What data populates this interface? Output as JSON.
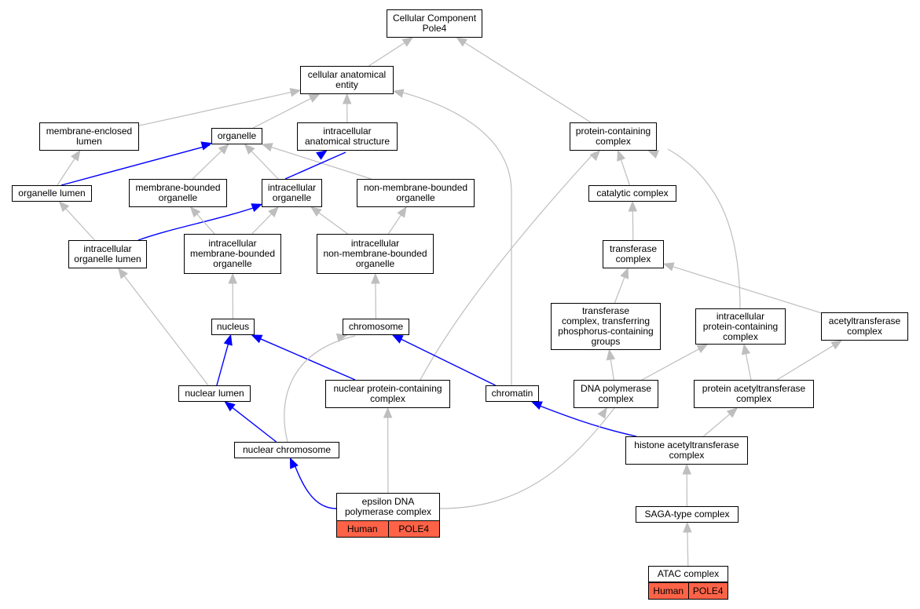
{
  "nodes": {
    "root": "Cellular Component\nPole4",
    "cae": "cellular anatomical\nentity",
    "mel": "membrane-enclosed\nlumen",
    "org": "organelle",
    "ias": "intracellular\nanatomical structure",
    "pcc": "protein-containing\ncomplex",
    "orgl": "organelle lumen",
    "mbo": "membrane-bounded\norganelle",
    "io": "intracellular\norganelle",
    "nmbo": "non-membrane-bounded\norganelle",
    "cat": "catalytic complex",
    "iol": "intracellular\norganelle lumen",
    "imbo": "intracellular\nmembrane-bounded\norganelle",
    "inmbo": "intracellular\nnon-membrane-bounded\norganelle",
    "trc": "transferase\ncomplex",
    "nuc": "nucleus",
    "chr": "chromosome",
    "tcp": "transferase\ncomplex, transferring\nphosphorus-containing\ngroups",
    "ipcc": "intracellular\nprotein-containing\ncomplex",
    "atc": "acetyltransferase\ncomplex",
    "nl": "nuclear lumen",
    "npcc": "nuclear protein-containing\ncomplex",
    "chrm": "chromatin",
    "dpc": "DNA polymerase\ncomplex",
    "pac": "protein acetyltransferase\ncomplex",
    "nchr": "nuclear chromosome",
    "hac": "histone acetyltransferase\ncomplex",
    "eps": "epsilon DNA\npolymerase complex",
    "saga": "SAGA-type complex",
    "atac": "ATAC complex"
  },
  "annotations": {
    "eps": {
      "species": "Human",
      "gene": "POLE4"
    },
    "atac": {
      "species": "Human",
      "gene": "POLE4"
    }
  },
  "edges": [
    {
      "from": "cae",
      "to": "root",
      "type": "is_a"
    },
    {
      "from": "pcc",
      "to": "root",
      "type": "is_a"
    },
    {
      "from": "mel",
      "to": "cae",
      "type": "is_a"
    },
    {
      "from": "org",
      "to": "cae",
      "type": "is_a"
    },
    {
      "from": "ias",
      "to": "cae",
      "type": "is_a"
    },
    {
      "from": "chrm",
      "to": "cae",
      "type": "is_a"
    },
    {
      "from": "orgl",
      "to": "mel",
      "type": "is_a"
    },
    {
      "from": "orgl",
      "to": "org",
      "type": "part_of"
    },
    {
      "from": "mbo",
      "to": "org",
      "type": "is_a"
    },
    {
      "from": "io",
      "to": "org",
      "type": "is_a"
    },
    {
      "from": "nmbo",
      "to": "org",
      "type": "is_a"
    },
    {
      "from": "io",
      "to": "ias",
      "type": "part_of"
    },
    {
      "from": "iol",
      "to": "orgl",
      "type": "is_a"
    },
    {
      "from": "iol",
      "to": "io",
      "type": "part_of"
    },
    {
      "from": "imbo",
      "to": "mbo",
      "type": "is_a"
    },
    {
      "from": "imbo",
      "to": "io",
      "type": "is_a"
    },
    {
      "from": "inmbo",
      "to": "io",
      "type": "is_a"
    },
    {
      "from": "inmbo",
      "to": "nmbo",
      "type": "is_a"
    },
    {
      "from": "nuc",
      "to": "imbo",
      "type": "is_a"
    },
    {
      "from": "chr",
      "to": "inmbo",
      "type": "is_a"
    },
    {
      "from": "nl",
      "to": "iol",
      "type": "is_a"
    },
    {
      "from": "nl",
      "to": "nuc",
      "type": "part_of"
    },
    {
      "from": "npcc",
      "to": "nuc",
      "type": "part_of"
    },
    {
      "from": "npcc",
      "to": "pcc",
      "type": "is_a"
    },
    {
      "from": "chrm",
      "to": "chr",
      "type": "part_of"
    },
    {
      "from": "nchr",
      "to": "nl",
      "type": "part_of"
    },
    {
      "from": "nchr",
      "to": "chr",
      "type": "is_a"
    },
    {
      "from": "cat",
      "to": "pcc",
      "type": "is_a"
    },
    {
      "from": "ipcc",
      "to": "pcc",
      "type": "is_a"
    },
    {
      "from": "trc",
      "to": "cat",
      "type": "is_a"
    },
    {
      "from": "tcp",
      "to": "trc",
      "type": "is_a"
    },
    {
      "from": "atc",
      "to": "trc",
      "type": "is_a"
    },
    {
      "from": "dpc",
      "to": "tcp",
      "type": "is_a"
    },
    {
      "from": "dpc",
      "to": "ipcc",
      "type": "is_a"
    },
    {
      "from": "pac",
      "to": "ipcc",
      "type": "is_a"
    },
    {
      "from": "pac",
      "to": "atc",
      "type": "is_a"
    },
    {
      "from": "hac",
      "to": "pac",
      "type": "is_a"
    },
    {
      "from": "hac",
      "to": "chrm",
      "type": "part_of"
    },
    {
      "from": "saga",
      "to": "hac",
      "type": "is_a"
    },
    {
      "from": "atac",
      "to": "saga",
      "type": "is_a"
    },
    {
      "from": "eps",
      "to": "nchr",
      "type": "part_of"
    },
    {
      "from": "eps",
      "to": "npcc",
      "type": "is_a"
    },
    {
      "from": "eps",
      "to": "dpc",
      "type": "is_a"
    }
  ],
  "colors": {
    "is_a": "#bebebe",
    "part_of": "#0000ff",
    "annotation": "#ff6347"
  }
}
